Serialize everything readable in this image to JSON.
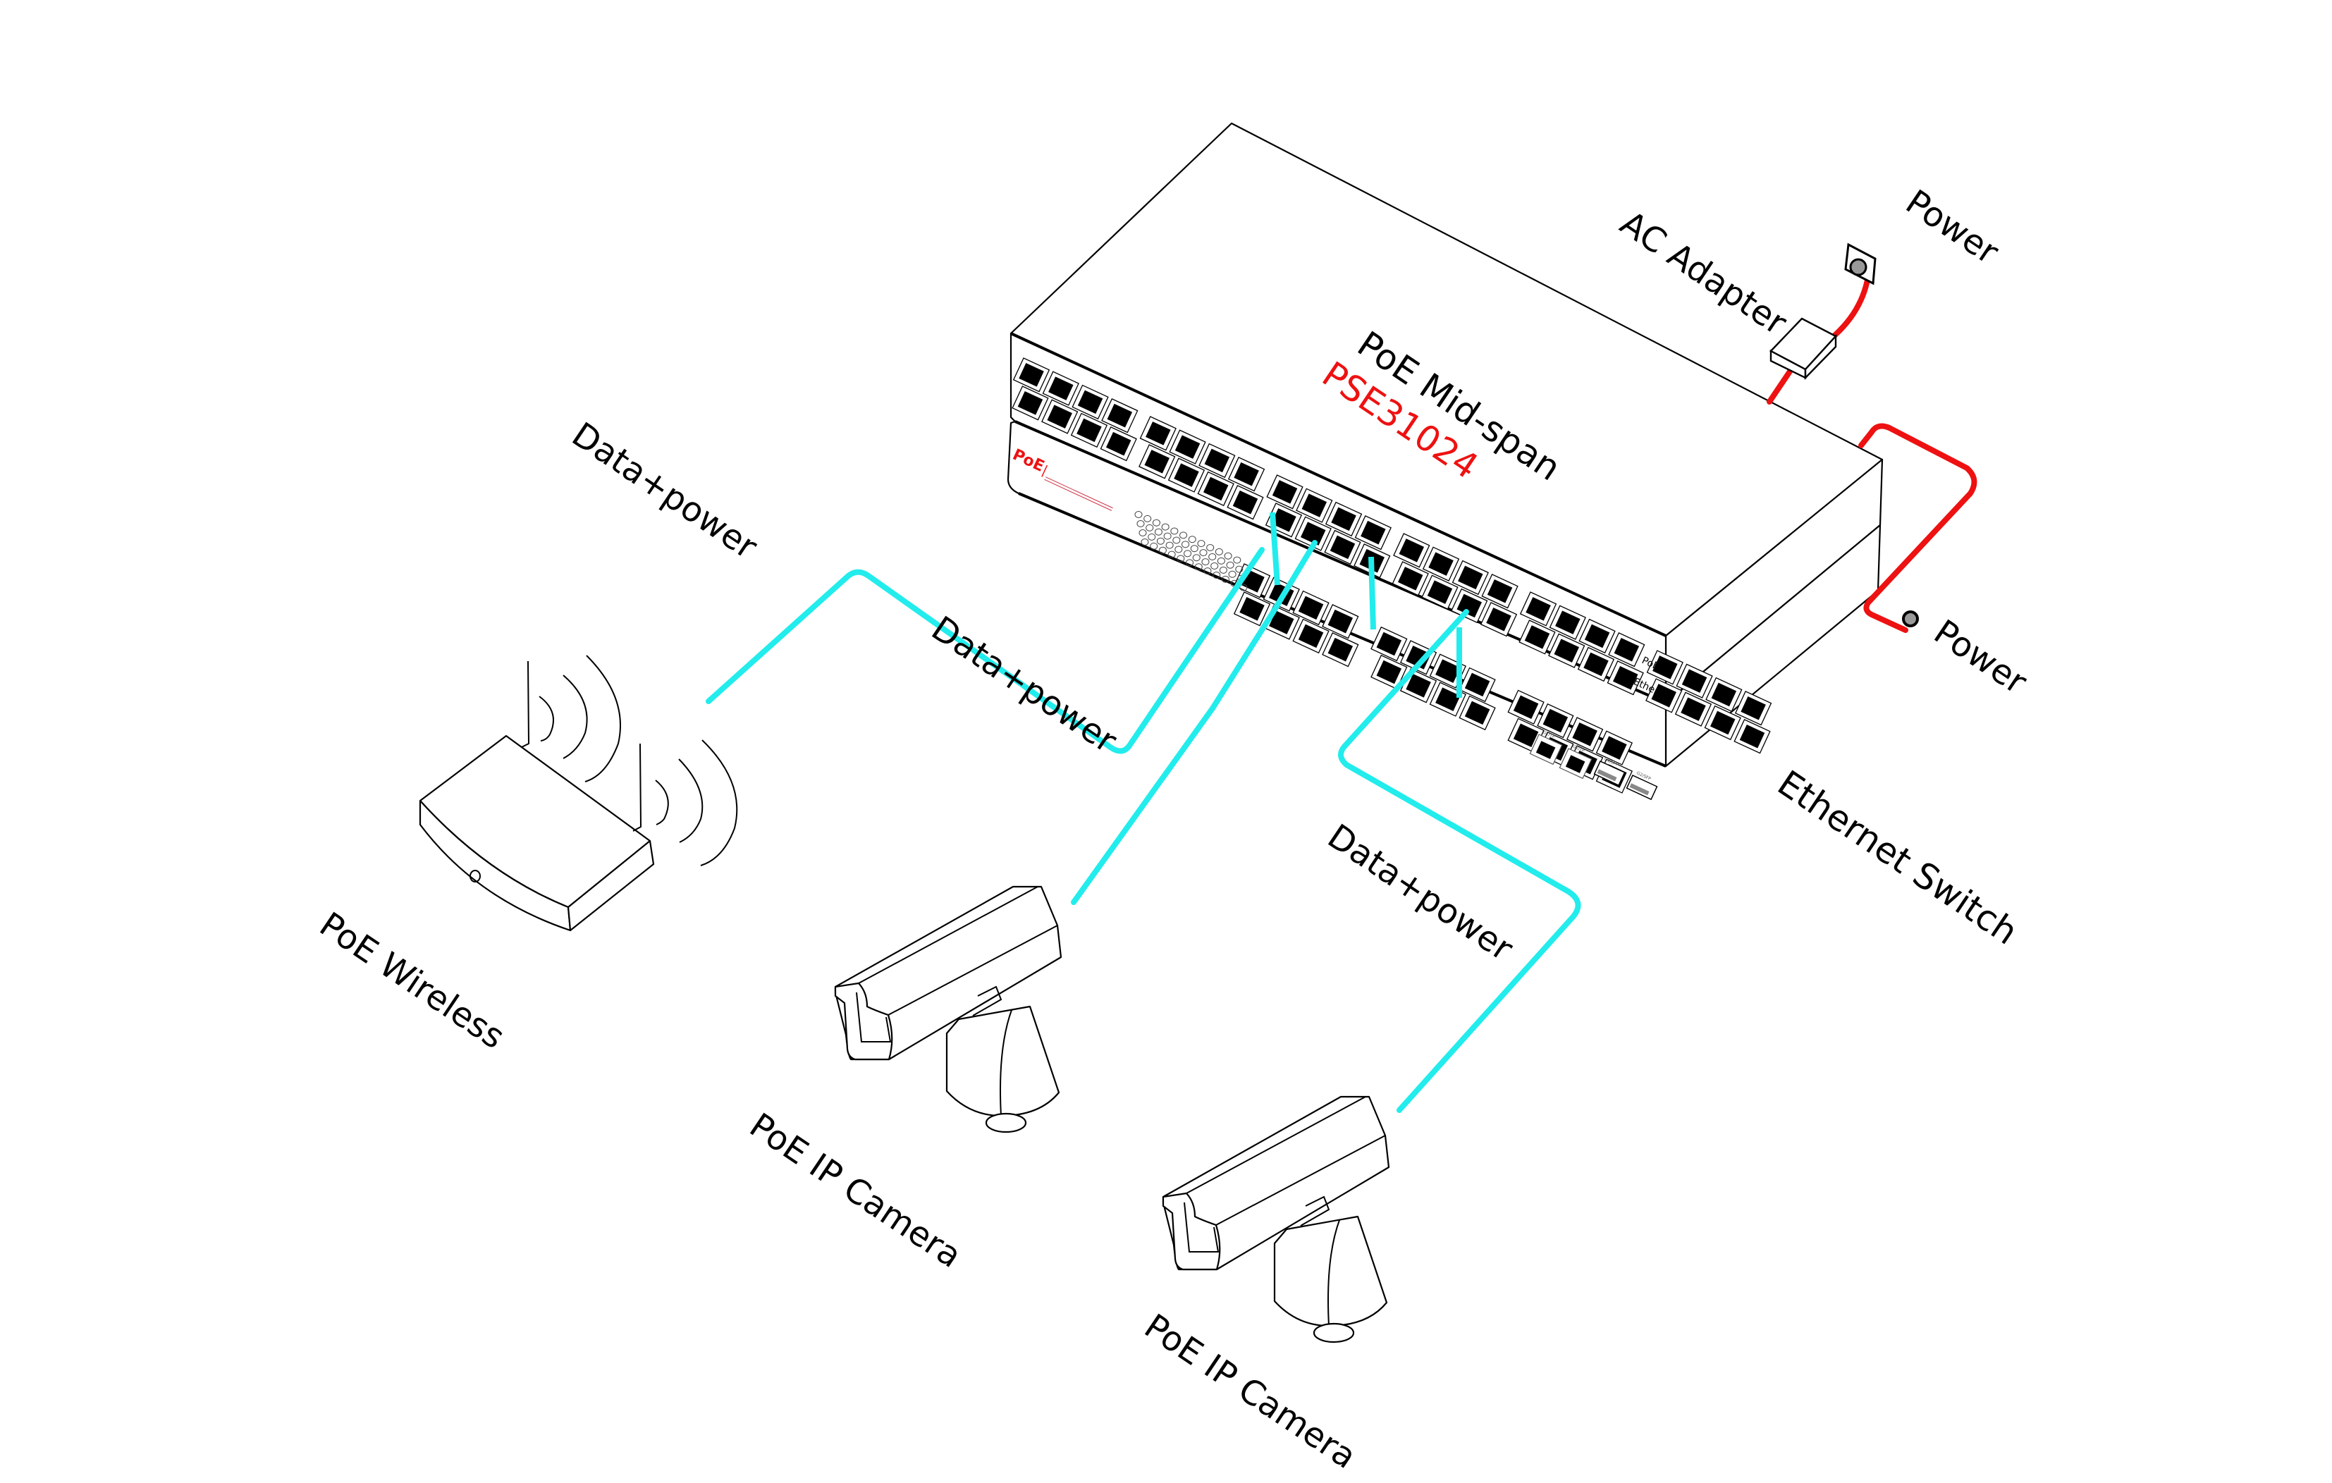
{
  "title": "PoE Mid-span deployment diagram",
  "colors": {
    "data_power_cable": "#22ecec",
    "power_cable": "#ee1111",
    "model_text": "#ee1111",
    "outline": "#000000",
    "port_fill": "#000000",
    "plug_fill": "#999999"
  },
  "devices": {
    "midspan": {
      "name": "PoE Mid-span",
      "model": "PSE31024",
      "panel_logo": "PoE",
      "side_label_top": "PoE",
      "side_label_bottom": "Ethernet"
    },
    "switch": {
      "name": "Ethernet Switch",
      "uplink_ports": [
        "G1/TP",
        "G2/TP",
        "G1/SFP",
        "G2/SFP"
      ]
    },
    "ac_adapter": {
      "name": "AC Adapter"
    },
    "wireless": {
      "name": "PoE Wireless"
    },
    "camera_1": {
      "name": "PoE IP Camera"
    },
    "camera_2": {
      "name": "PoE IP Camera"
    }
  },
  "labels": {
    "power_outlet": "Power",
    "power_switch": "Power",
    "cable_wireless": "Data+power",
    "cable_camera_1": "Data+power",
    "cable_camera_2": "Data+power"
  }
}
